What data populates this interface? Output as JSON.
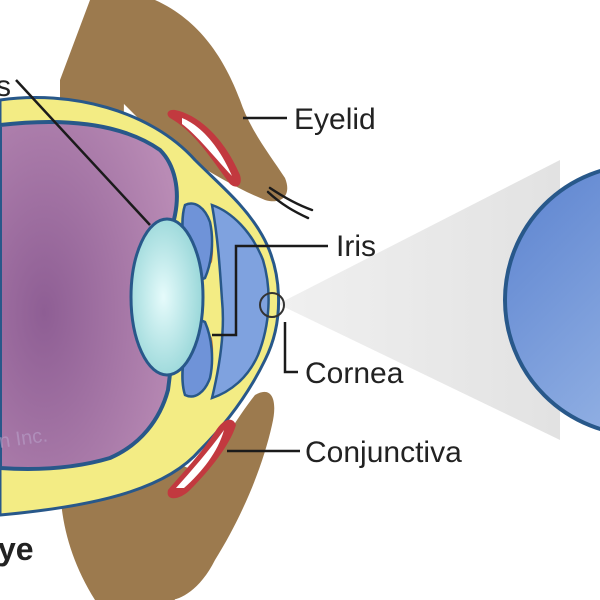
{
  "labels": {
    "lens_partial": "s",
    "eyelid": "Eyelid",
    "iris": "Iris",
    "cornea": "Cornea",
    "conjunctiva": "Conjunctiva",
    "title_partial": "ye"
  },
  "watermark": "n Inc.",
  "colors": {
    "eyelid_skin": "#9c7a4e",
    "sclera_rim": "#f3ec84",
    "eye_interior": "#a878a6",
    "eye_outline": "#28588a",
    "lens": "#a9e1e3",
    "iris_blue": "#6f93d8",
    "iris_orange": "#d47a2a",
    "conjunctiva_red": "#c2393f",
    "zoom_circle": "#6f93d8"
  }
}
